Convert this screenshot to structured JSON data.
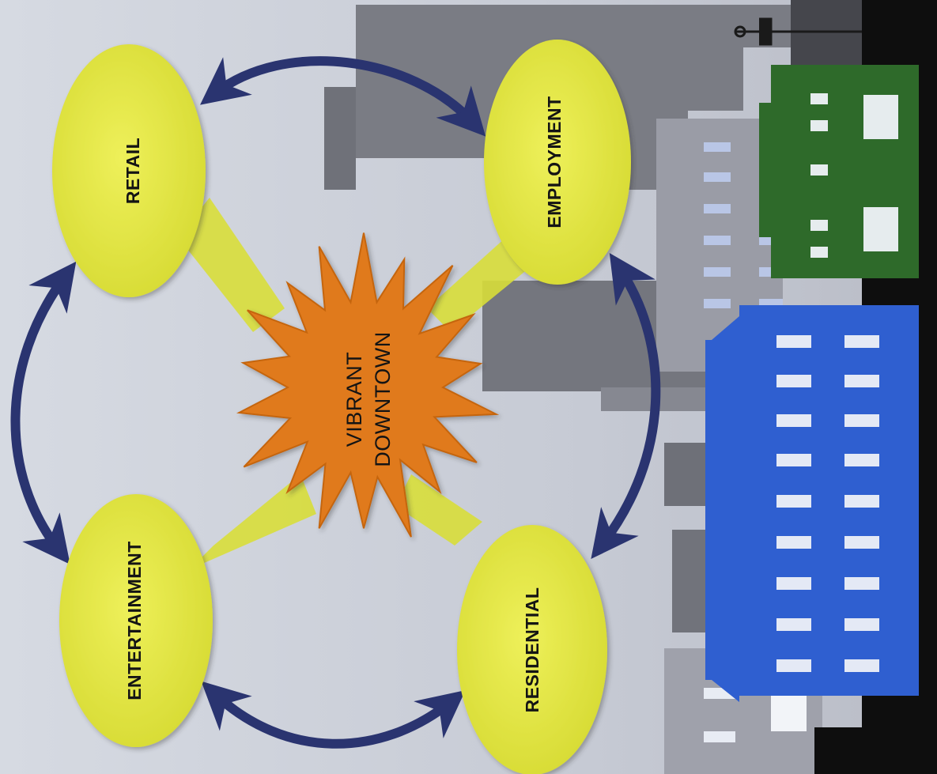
{
  "diagram": {
    "center": {
      "line1": "VIBRANT",
      "line2": "DOWNTOWN"
    },
    "nodes": {
      "retail": "RETAIL",
      "employment": "EMPLOYMENT",
      "entertainment": "ENTERTAINMENT",
      "residential": "RESIDENTIAL"
    },
    "connections": [
      {
        "from": "RETAIL",
        "to": "EMPLOYMENT",
        "type": "bidirectional"
      },
      {
        "from": "EMPLOYMENT",
        "to": "RESIDENTIAL",
        "type": "bidirectional"
      },
      {
        "from": "RESIDENTIAL",
        "to": "ENTERTAINMENT",
        "type": "bidirectional"
      },
      {
        "from": "ENTERTAINMENT",
        "to": "RETAIL",
        "type": "bidirectional"
      }
    ]
  },
  "colors": {
    "background": "#c9ced8",
    "node_fill": "#e2e642",
    "starburst": "#e07a1c",
    "arrow": "#2a3470",
    "building_blue": "#2f5fd0",
    "building_green": "#2e6a2a",
    "skyline_gray": "#7e8089",
    "street": "#0e0e0e"
  }
}
